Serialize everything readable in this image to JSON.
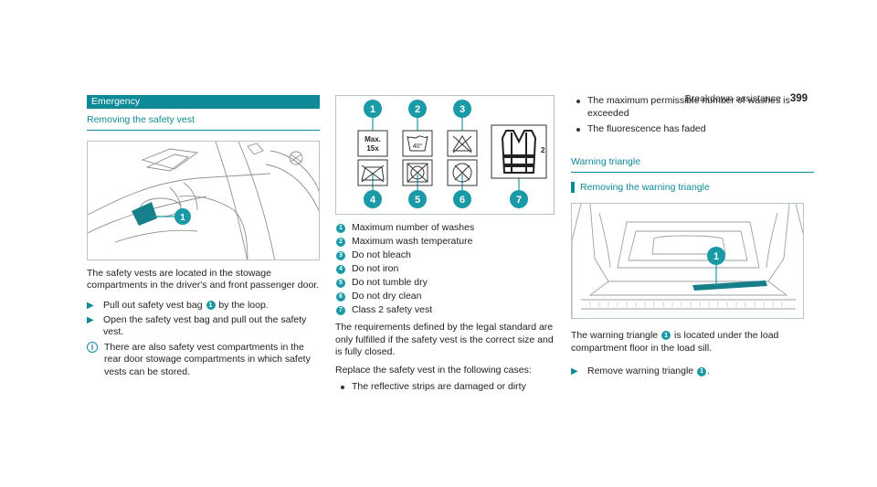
{
  "header": {
    "section": "Breakdown assistance",
    "page": "399"
  },
  "col1": {
    "banner": "Emergency",
    "subhead": "Removing the safety vest",
    "para": "The safety vests are located in the stowage compartments in the driver's and front passenger door.",
    "steps": [
      {
        "before": "Pull out safety vest bag",
        "badge": "1",
        "after": "by the loop."
      },
      {
        "text": "Open the safety vest bag and pull out the safety vest."
      }
    ],
    "note": "There are also safety vest compartments in the rear door stowage compartments in which safety vests can be stored.",
    "figure_badge": "1"
  },
  "col2": {
    "label_max": "Max.",
    "label_15x": "15x",
    "label_temp": "40°",
    "vest_class": "2",
    "legend": [
      {
        "n": "1",
        "text": "Maximum number of washes"
      },
      {
        "n": "2",
        "text": "Maximum wash temperature"
      },
      {
        "n": "3",
        "text": "Do not bleach"
      },
      {
        "n": "4",
        "text": "Do not iron"
      },
      {
        "n": "5",
        "text": "Do not tumble dry"
      },
      {
        "n": "6",
        "text": "Do not dry clean"
      },
      {
        "n": "7",
        "text": "Class 2 safety vest"
      }
    ],
    "para1": "The requirements defined by the legal standard are only fulfilled if the safety vest is the correct size and is fully closed.",
    "para2": "Replace the safety vest in the following cases:",
    "bullet1": "The reflective strips are damaged or dirty"
  },
  "col3": {
    "bullets": [
      "The maximum permissible number of washes is exceeded",
      "The fluorescence has faded"
    ],
    "subhead": "Warning triangle",
    "subhead2": "Removing the warning triangle",
    "figure_badge": "1",
    "para_before": "The warning triangle",
    "para_badge": "1",
    "para_after": "is located under the load compartment floor in the load sill.",
    "step_before": "Remove warning triangle",
    "step_badge": "1",
    "step_after": "."
  },
  "colors": {
    "accent": "#0e8a97",
    "badge": "#1a9aa6"
  }
}
